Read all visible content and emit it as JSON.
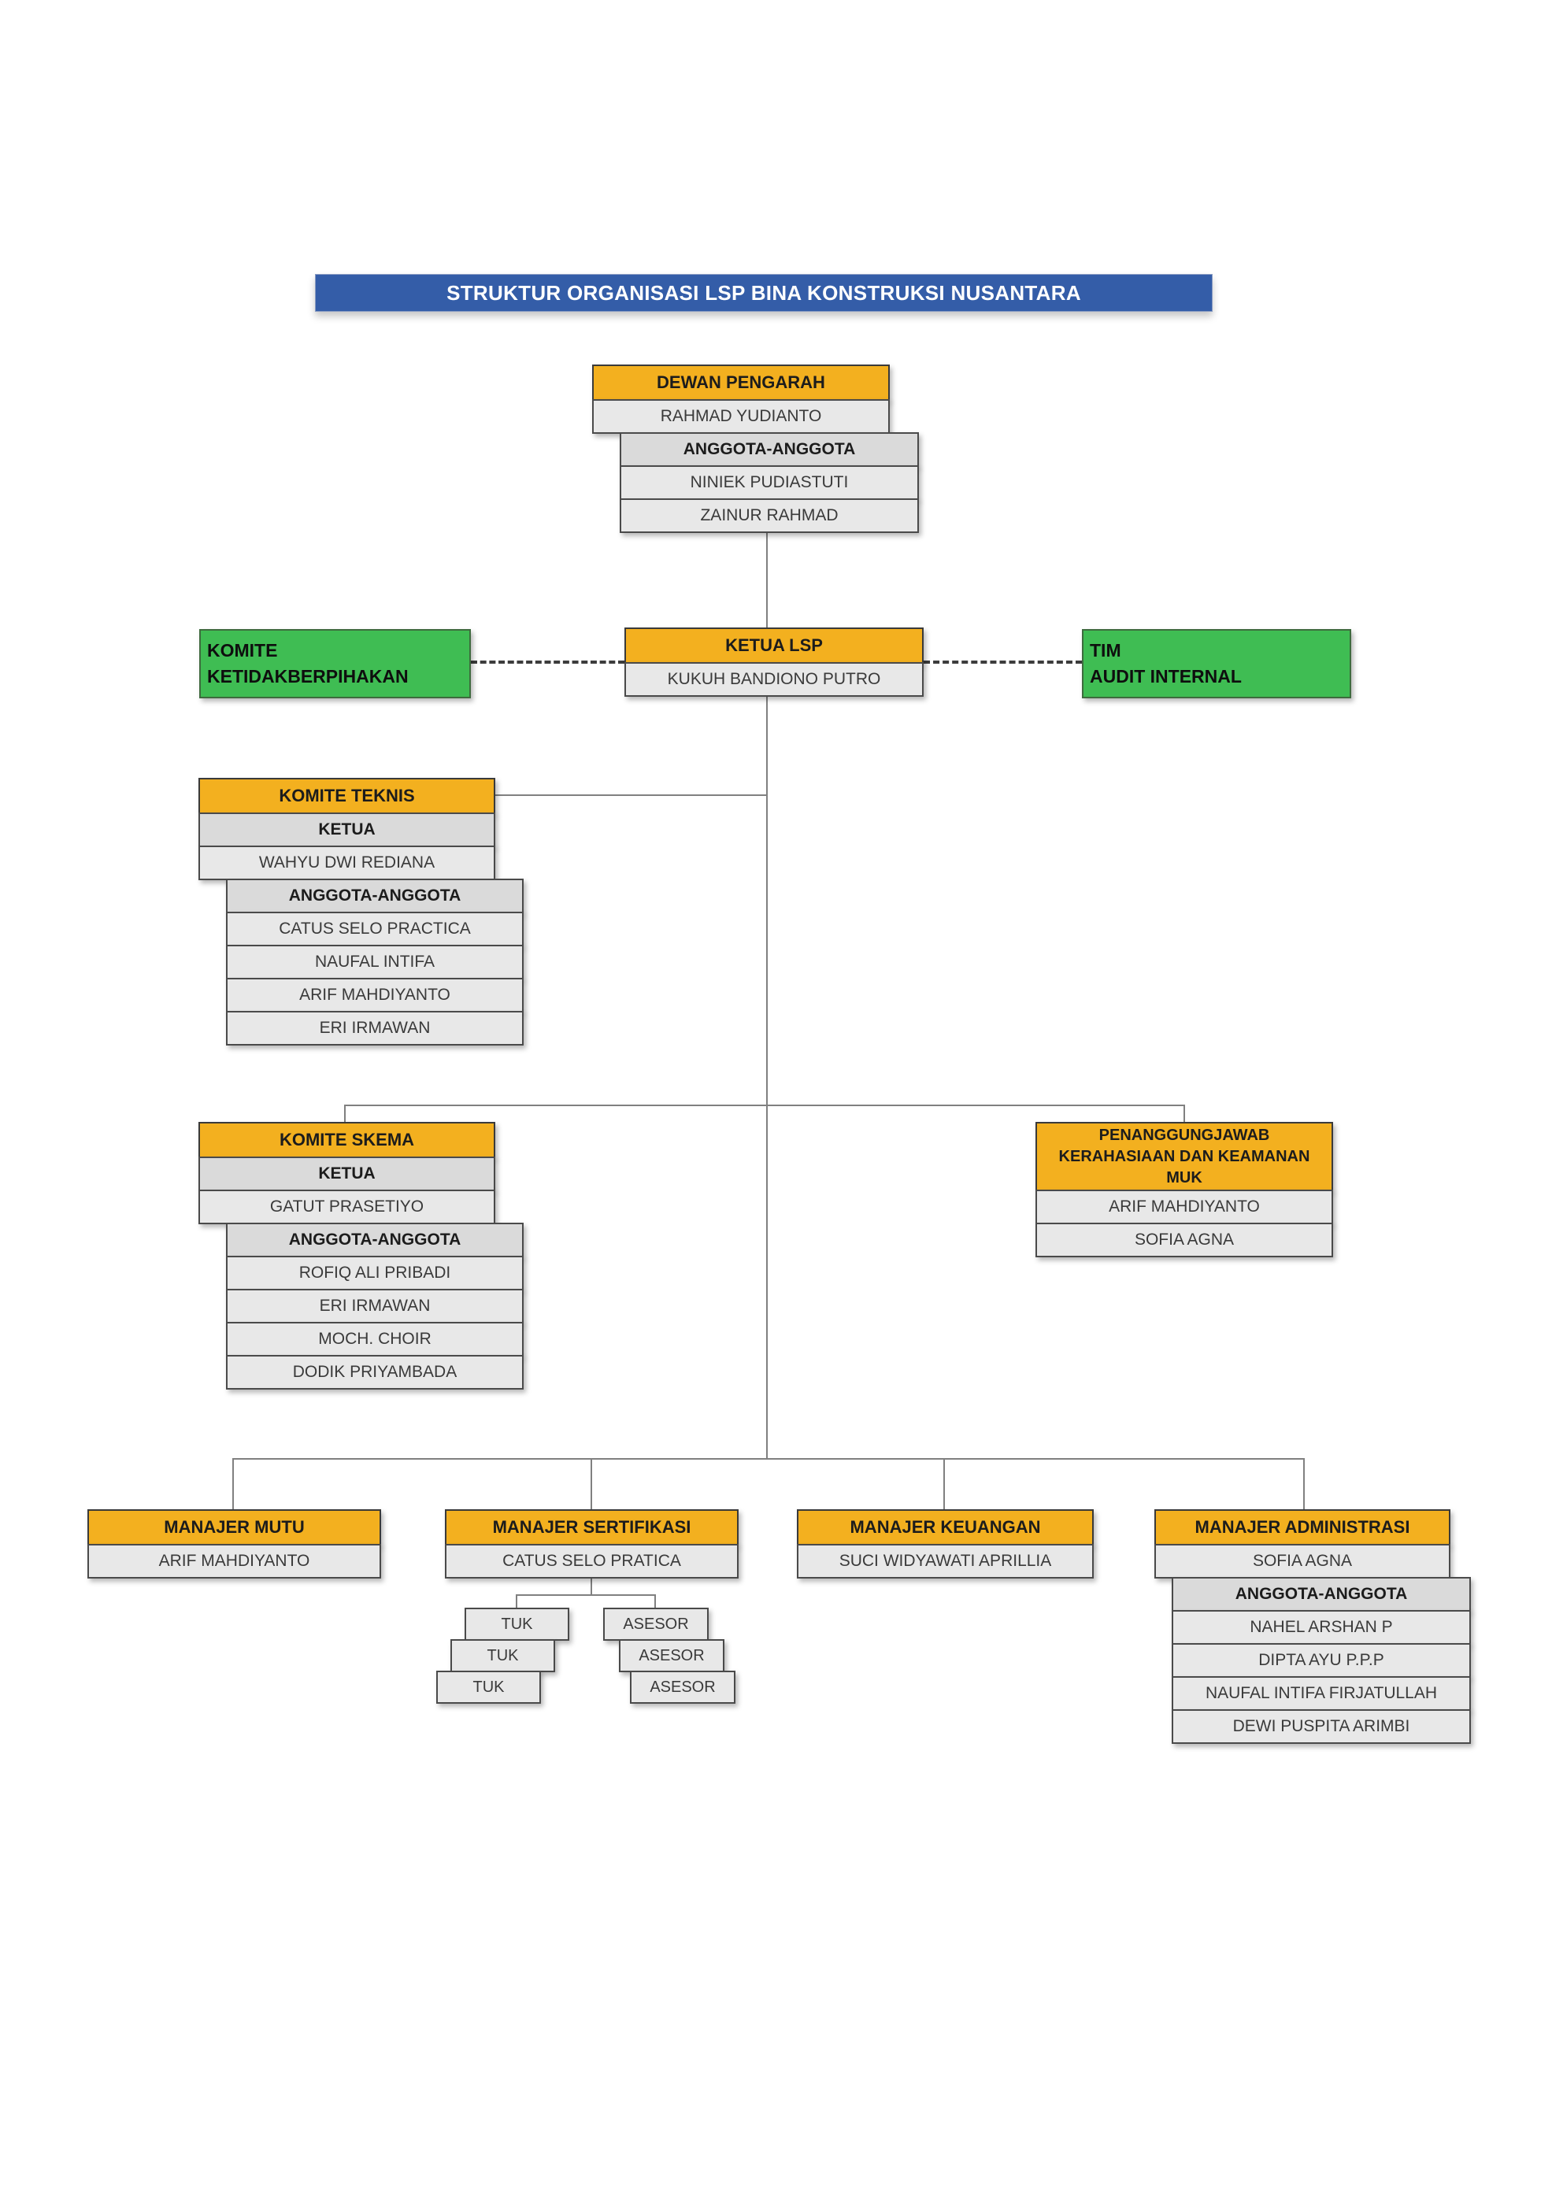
{
  "title": "STRUKTUR ORGANISASI LSP BINA KONSTRUKSI NUSANTARA",
  "colors": {
    "title_bar": "#345DA8",
    "header_orange": "#F3B01F",
    "row_gray": "#E8E8E8",
    "row_gray_dark": "#DADADA",
    "green": "#3FBD53",
    "connector": "#808080"
  },
  "dewan_pengarah": {
    "header": "DEWAN PENGARAH",
    "ketua": "RAHMAD YUDIANTO",
    "anggota_header": "ANGGOTA-ANGGOTA",
    "anggota": [
      "NINIEK PUDIASTUTI",
      "ZAINUR RAHMAD"
    ]
  },
  "komite_ketidakberpihakan": {
    "line1": "KOMITE",
    "line2": "KETIDAKBERPIHAKAN"
  },
  "ketua_lsp": {
    "header": "KETUA LSP",
    "name": "KUKUH BANDIONO PUTRO"
  },
  "tim_audit_internal": {
    "line1": "TIM",
    "line2": "AUDIT INTERNAL"
  },
  "komite_teknis": {
    "header": "KOMITE TEKNIS",
    "ketua_label": "KETUA",
    "ketua": "WAHYU DWI REDIANA",
    "anggota_header": "ANGGOTA-ANGGOTA",
    "anggota": [
      "CATUS SELO PRACTICA",
      "NAUFAL INTIFA",
      "ARIF MAHDIYANTO",
      "ERI IRMAWAN"
    ]
  },
  "komite_skema": {
    "header": "KOMITE SKEMA",
    "ketua_label": "KETUA",
    "ketua": "GATUT PRASETIYO",
    "anggota_header": "ANGGOTA-ANGGOTA",
    "anggota": [
      "ROFIQ ALI PRIBADI",
      "ERI IRMAWAN",
      "MOCH. CHOIR",
      "DODIK PRIYAMBADA"
    ]
  },
  "penanggungjawab_muk": {
    "header": "PENANGGUNGJAWAB KERAHASIAAN DAN KEAMANAN MUK",
    "names": [
      "ARIF MAHDIYANTO",
      "SOFIA AGNA"
    ]
  },
  "manajer_mutu": {
    "header": "MANAJER MUTU",
    "name": "ARIF MAHDIYANTO"
  },
  "manajer_sertifikasi": {
    "header": "MANAJER SERTIFIKASI",
    "name": "CATUS SELO PRATICA",
    "tuk": [
      "TUK",
      "TUK",
      "TUK"
    ],
    "asesor": [
      "ASESOR",
      "ASESOR",
      "ASESOR"
    ]
  },
  "manajer_keuangan": {
    "header": "MANAJER KEUANGAN",
    "name": "SUCI WIDYAWATI APRILLIA"
  },
  "manajer_administrasi": {
    "header": "MANAJER ADMINISTRASI",
    "name": "SOFIA AGNA",
    "anggota_header": "ANGGOTA-ANGGOTA",
    "anggota": [
      "NAHEL ARSHAN P",
      "DIPTA AYU P.P.P",
      "NAUFAL INTIFA FIRJATULLAH",
      "DEWI PUSPITA ARIMBI"
    ]
  }
}
